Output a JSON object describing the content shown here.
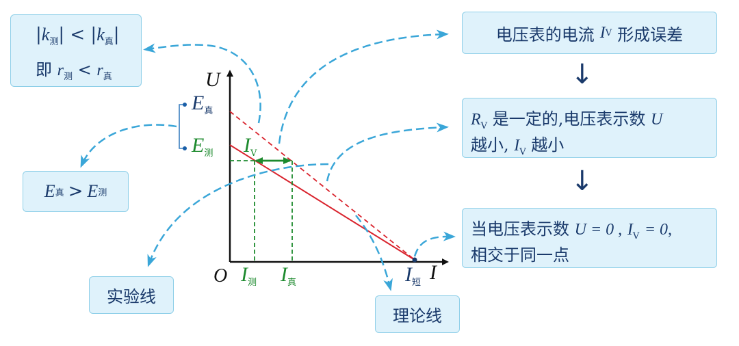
{
  "colors": {
    "box_fill": "#dff2fb",
    "box_border": "#8ecfe8",
    "text": "#1a3a6b",
    "arrow": "#3aa6d8",
    "red": "#d9232d",
    "green": "#1d8a2e",
    "axis": "#111111"
  },
  "boxes": {
    "k_compare": {
      "line1_k": "k",
      "line1_sub": "测",
      "line1_lt": "<",
      "line1_k2": "k",
      "line1_sub2": "真",
      "line2_ji": "即",
      "line2_r": "r",
      "line2_sub": "测",
      "line2_lt": "<",
      "line2_r2": "r",
      "line2_sub2": "真"
    },
    "e_compare": {
      "e1": "E",
      "e1_sub": "真",
      "gt": ">",
      "e2": "E",
      "e2_sub": "测"
    },
    "experiment": {
      "label": "实验线"
    },
    "theory": {
      "label": "理论线"
    },
    "cause": {
      "text1": "电压表的电流",
      "i": "I",
      "i_sub": "V",
      "text2": "形成误差"
    },
    "rv": {
      "r": "R",
      "r_sub": "V",
      "text1": "是一定的,电压表示数",
      "u": "U",
      "text2": "越小,",
      "i": "I",
      "i_sub": "V",
      "text3": "越小"
    },
    "zero": {
      "text1": "当电压表示数",
      "eq1": "U = 0 ,",
      "i": "I",
      "i_sub": "V",
      "eq2": "= 0,",
      "text2": "相交于同一点"
    }
  },
  "graph": {
    "axis_u": "U",
    "axis_i": "I",
    "origin": "O",
    "e_true": "E",
    "e_true_sub": "真",
    "e_meas": "E",
    "e_meas_sub": "测",
    "iv": "I",
    "iv_sub": "V",
    "i_meas": "I",
    "i_meas_sub": "测",
    "i_true": "I",
    "i_true_sub": "真",
    "i_short": "I",
    "i_short_sub": "短"
  },
  "flow_arrow": "↓"
}
